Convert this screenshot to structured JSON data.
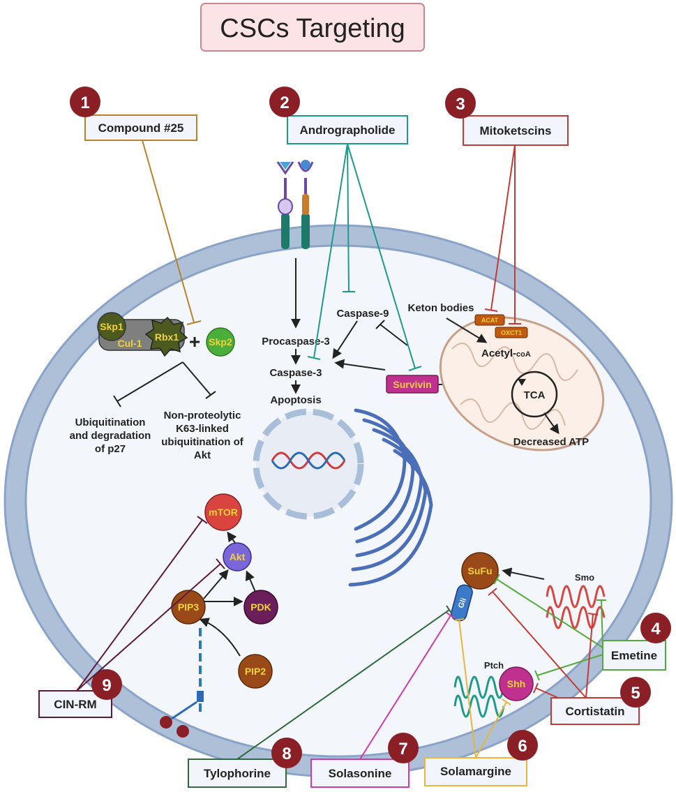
{
  "title": "CSCs Targeting",
  "agents": [
    {
      "num": "1",
      "name": "Compound #25"
    },
    {
      "num": "2",
      "name": "Andrographolide"
    },
    {
      "num": "3",
      "name": "Mitoketscins"
    },
    {
      "num": "4",
      "name": "Emetine"
    },
    {
      "num": "5",
      "name": "Cortistatin"
    },
    {
      "num": "6",
      "name": "Solamargine"
    },
    {
      "num": "7",
      "name": "Solasonine"
    },
    {
      "num": "8",
      "name": "Tylophorine"
    },
    {
      "num": "9",
      "name": "CIN-RM"
    }
  ],
  "molecules": {
    "skp1": "Skp1",
    "cul1": "Cul-1",
    "rbx1": "Rbx1",
    "skp2": "Skp2",
    "plus": "+",
    "survivin": "Survivin",
    "acat": "ACAT",
    "oxct1": "OXCT1",
    "mtor": "mTOR",
    "akt": "Akt",
    "pdk": "PDK",
    "pip3": "PIP3",
    "pip2": "PIP2",
    "sufu": "SuFu",
    "gli": "Gli",
    "shh": "Shh"
  },
  "labels": {
    "ubiq_line1": "Ubiquitination",
    "ubiq_line2": "and degradation",
    "ubiq_line3": "of p27",
    "k63_line1": "Non-proteolytic",
    "k63_line2": "K63-linked",
    "k63_line3": "ubiquitination of",
    "k63_line4": "Akt",
    "procaspase3": "Procaspase-3",
    "caspase9": "Caspase-9",
    "caspase3": "Caspase-3",
    "apoptosis": "Apoptosis",
    "keton": "Keton bodies",
    "acetyl": "Acetyl-",
    "coa": "coA",
    "tca": "TCA",
    "atp": "Decreased ATP",
    "smo": "Smo",
    "ptch": "Ptch"
  },
  "colors": {
    "membrane_outer": "#a9bfd9",
    "membrane_inner": "#7f9cc4",
    "cytoplasm": "#e9eff7",
    "agent_1": "#b9822a",
    "agent_2": "#1e9a8a",
    "agent_3": "#c43a35",
    "agent_4": "#55aa3c",
    "agent_5": "#c43a35",
    "agent_6": "#e8b73a",
    "agent_7": "#d23aa6",
    "agent_8": "#2f6a3a",
    "agent_9": "#5e1a3a",
    "badge": "#8a1f26"
  }
}
